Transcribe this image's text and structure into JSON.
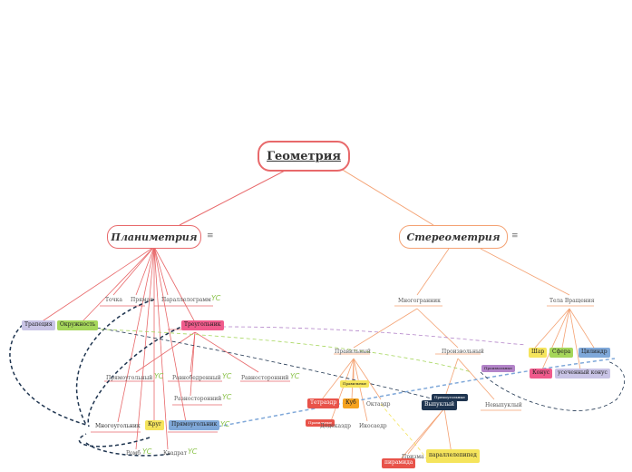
{
  "root": "Геометрия",
  "left": {
    "title": "Планиметрия",
    "menu_icon": "≡"
  },
  "right": {
    "title": "Стереометрия",
    "menu_icon": "≡"
  },
  "plan": {
    "tochka": "Точка",
    "pryamaya": "Прямая",
    "parallelogram": "Параллелограмм",
    "trapeciya": "Трапеция",
    "okruzhnost": "Окружность",
    "treugolnik": "Треугольник",
    "pryamougolny": "Прямоугольный",
    "ravnobedrenny": "Равнобедренный",
    "raznostoronny": "Разносторонний",
    "ravnostoronny": "Равносторонний",
    "mnogougolnik": "Многоугольник",
    "krug": "Круг",
    "pryamougolnik": "Прямоугольник",
    "romb": "Ромб",
    "kvadrat": "Квадрат",
    "yc_mark": "YC"
  },
  "stereo": {
    "mnogogranniki": "Многогранник",
    "tela_vrasheniya": "Тела Вращения",
    "pravilny": "Правильный",
    "proizvolny": "Произвольный",
    "pravilnye_label": "Правильные",
    "tetraedr": "Тетраэдр",
    "kub": "Куб",
    "oktaedr": "Октаэдр",
    "dodekaedr": "Додекаэдр",
    "ikosaedr": "Икосаедр",
    "pravilnye_small": "Правильные",
    "vypukly": "Выпуклый",
    "nevypukly": "Невыпуклый",
    "prizma": "Призма",
    "piramida": "пирамида",
    "parallelepiped": "параллелепипед",
    "shar": "Шар",
    "sfera": "Сфера",
    "cilindr": "Цилиндр",
    "konus": "Конус",
    "usecheny_konus": "усеченный конус",
    "proizvolnye_label": "Произвольные",
    "pryamougolnye_label": "Прямоугольные"
  },
  "colors": {
    "red": "#e8696b",
    "orange": "#f4a273",
    "pink": "#f05b8c",
    "green": "#a5d65a",
    "yellow": "#f5e45c",
    "blue": "#7fa8d9",
    "purple": "#b384c9",
    "navy": "#1f3550",
    "lavender": "#c9c4e6",
    "orange_fill": "#f6a31f"
  }
}
